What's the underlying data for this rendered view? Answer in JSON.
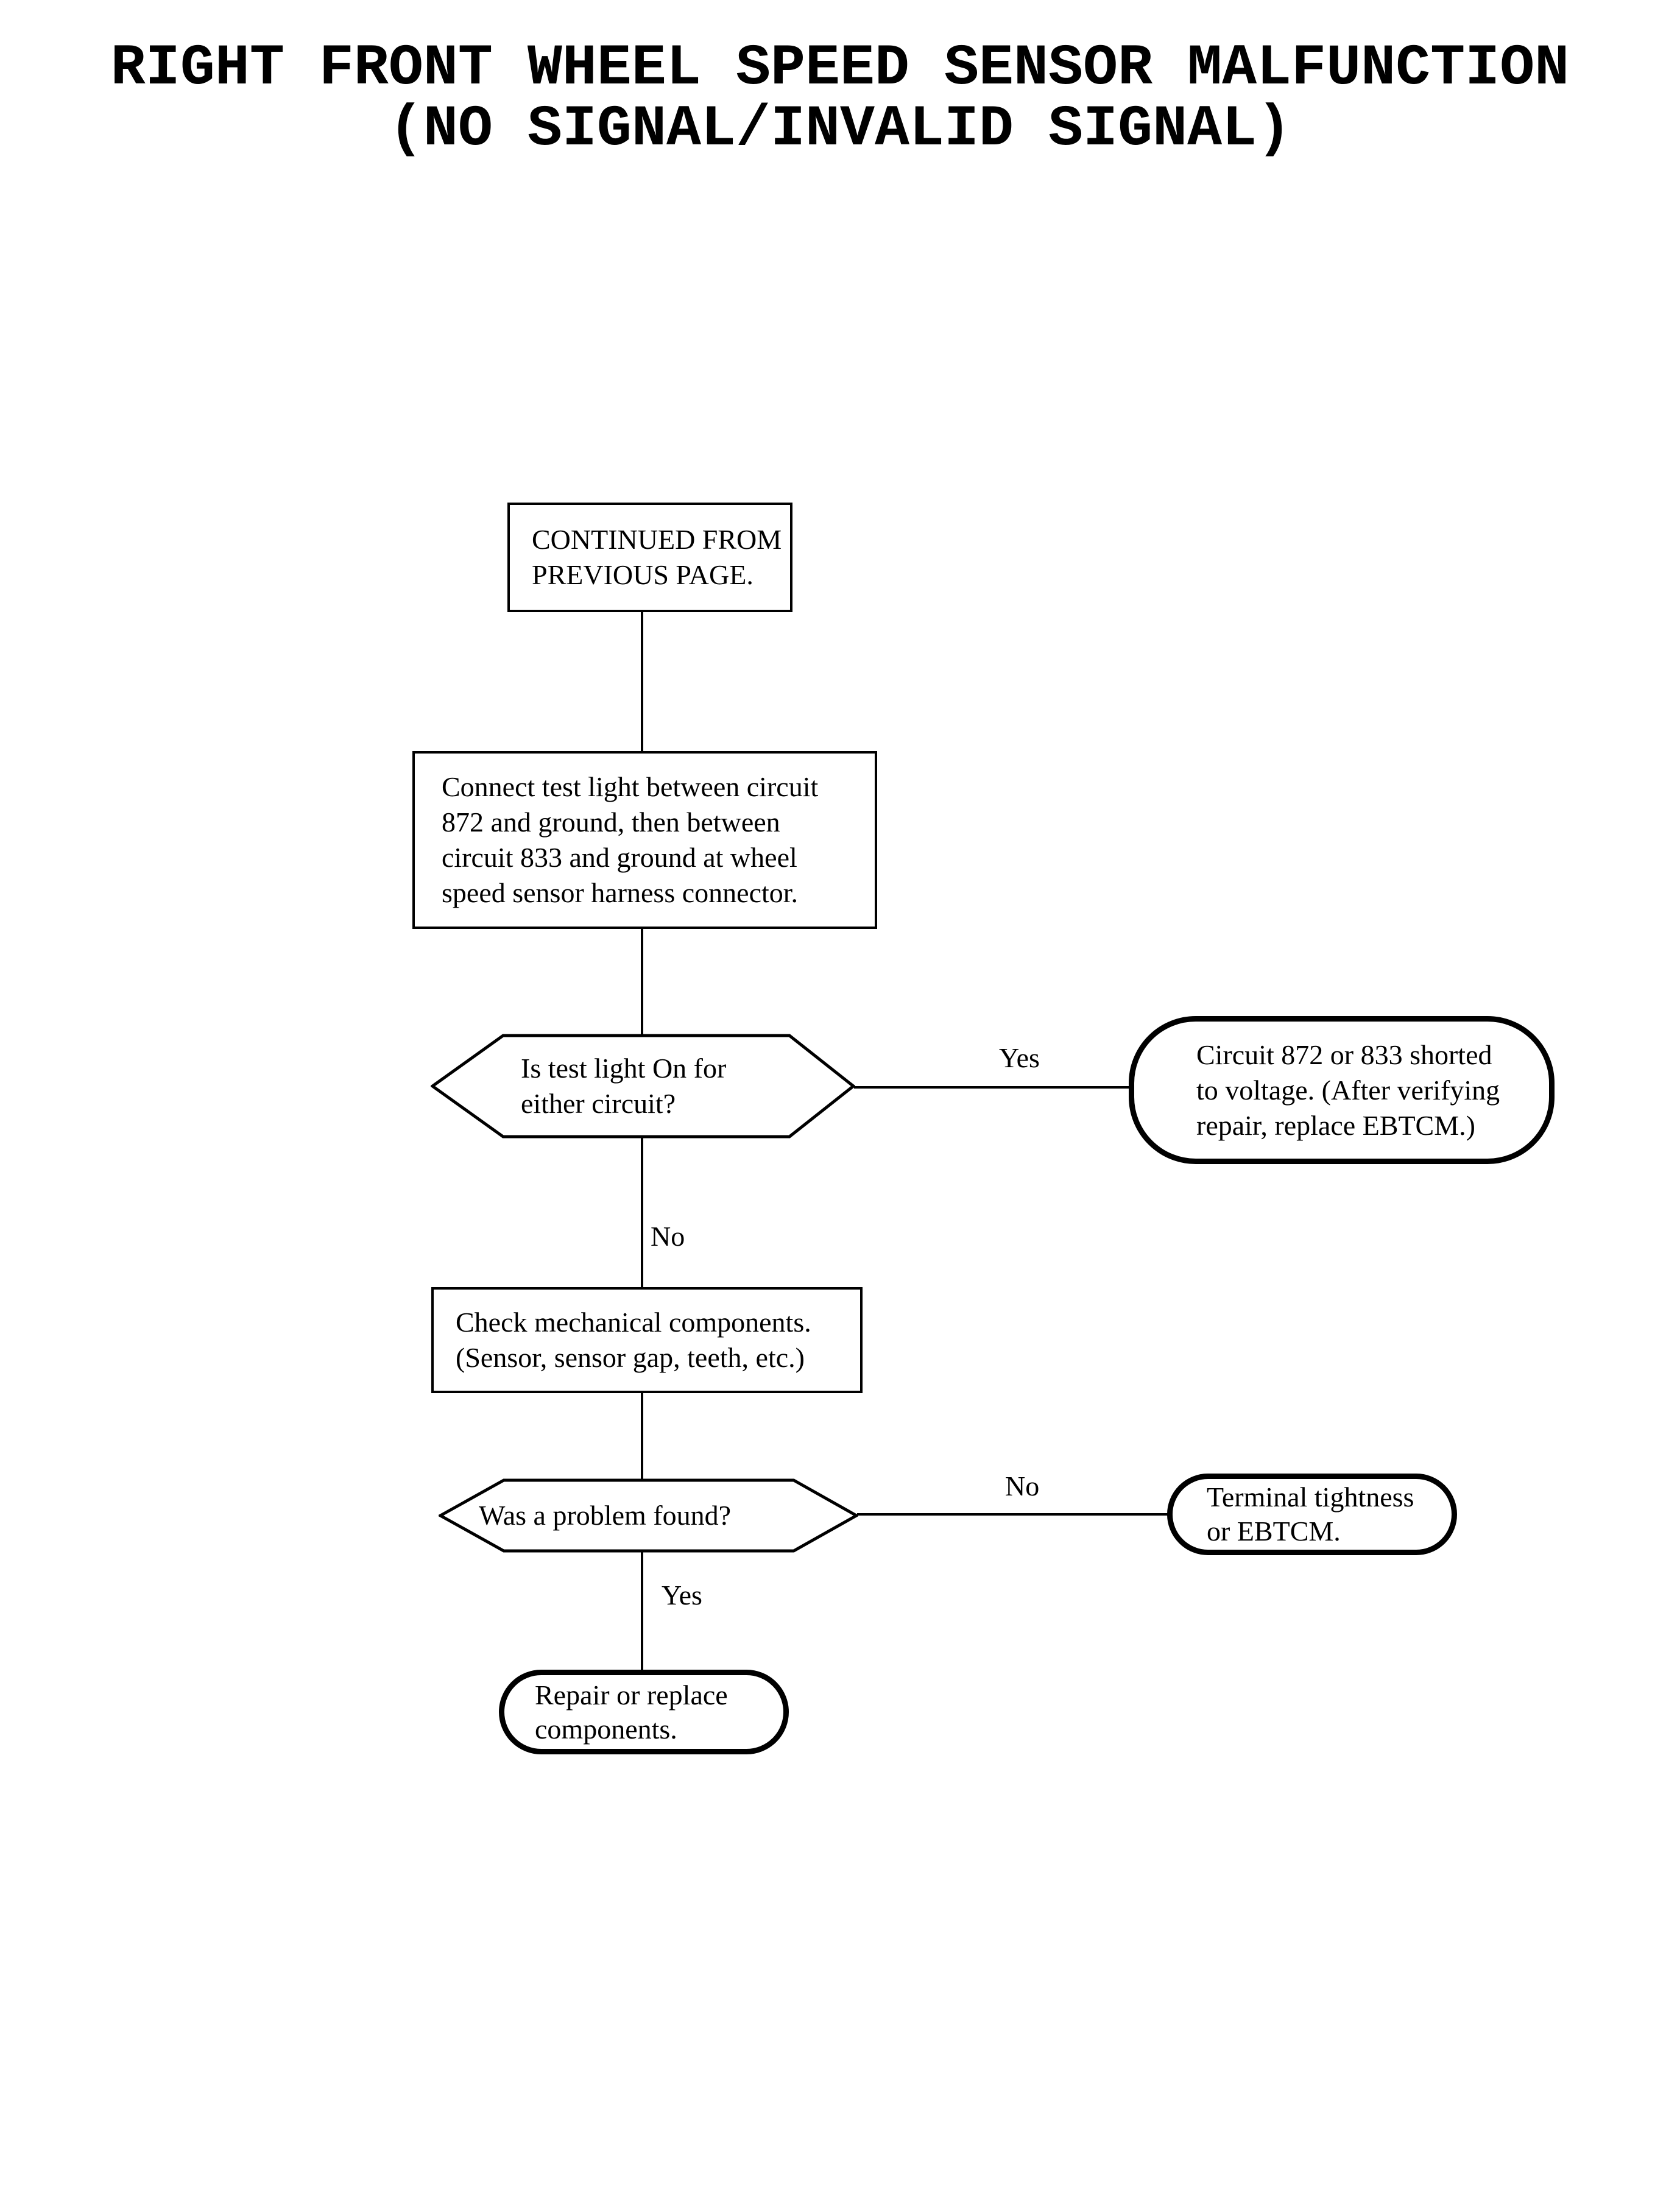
{
  "page": {
    "background_color": "#ffffff",
    "ink_color": "#000000"
  },
  "title": {
    "line1": "RIGHT FRONT WHEEL SPEED SENSOR MALFUNCTION",
    "line2": "(NO SIGNAL/INVALID SIGNAL)"
  },
  "flowchart": {
    "nodes": {
      "continued": {
        "shape": "rectangle",
        "lines": [
          "CONTINUED FROM",
          "PREVIOUS PAGE."
        ]
      },
      "connect_test_light": {
        "shape": "rectangle",
        "lines": [
          "Connect test light between circuit",
          "872 and ground, then between",
          "circuit 833 and ground at wheel",
          "speed sensor harness connector."
        ]
      },
      "is_test_light_on": {
        "shape": "decision-hexagon",
        "lines": [
          "Is test light On for",
          "either circuit?"
        ]
      },
      "shorted_to_voltage": {
        "shape": "terminal-rounded",
        "lines": [
          "Circuit 872 or 833 shorted",
          "to voltage. (After verifying",
          "repair, replace EBTCM.)"
        ]
      },
      "check_mechanical": {
        "shape": "rectangle",
        "lines": [
          "Check mechanical components.",
          "(Sensor, sensor gap, teeth, etc.)"
        ]
      },
      "problem_found": {
        "shape": "decision-hexagon",
        "lines": [
          "Was a problem found?"
        ]
      },
      "terminal_tightness": {
        "shape": "terminal-rounded",
        "lines": [
          "Terminal tightness",
          "or EBTCM."
        ]
      },
      "repair_replace": {
        "shape": "terminal-rounded",
        "lines": [
          "Repair or replace",
          "components."
        ]
      }
    },
    "edge_labels": {
      "test_light_yes": "Yes",
      "test_light_no": "No",
      "problem_no": "No",
      "problem_yes": "Yes"
    }
  }
}
